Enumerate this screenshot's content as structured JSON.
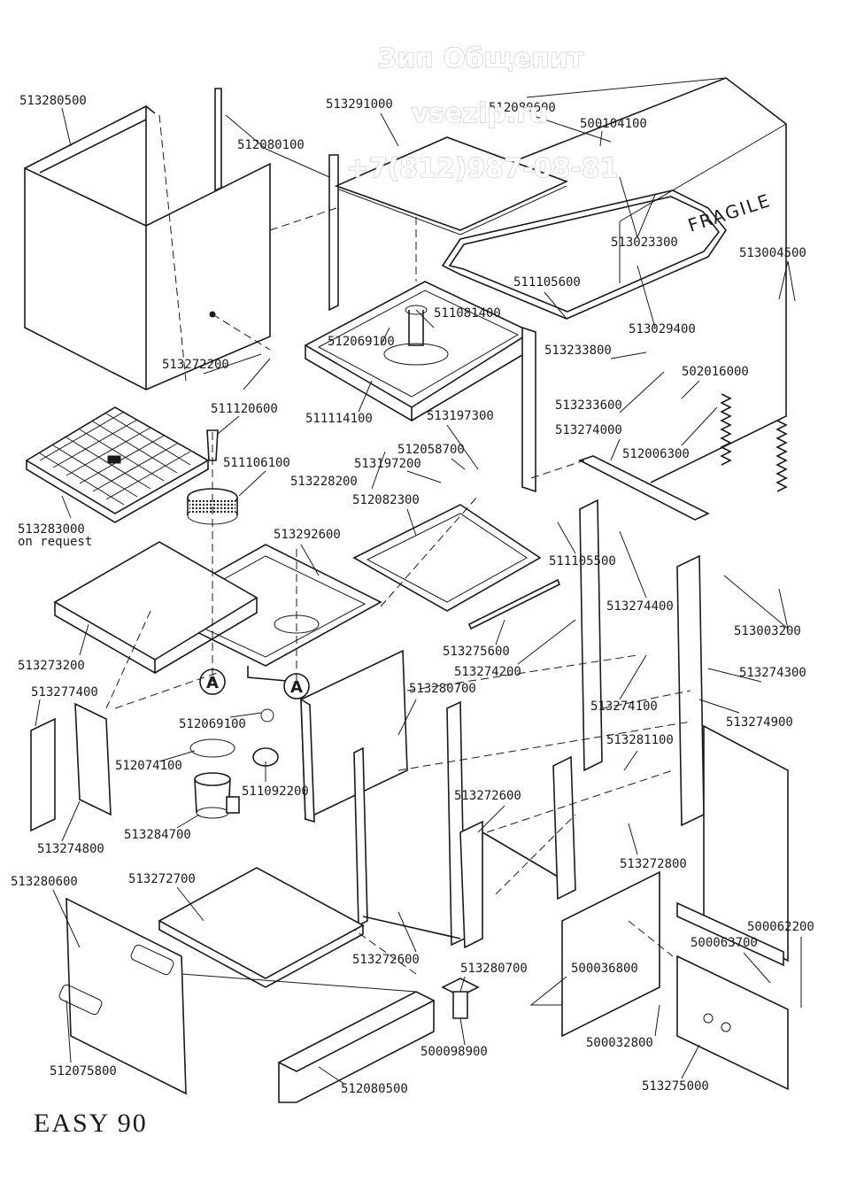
{
  "title": "EASY 90",
  "watermark": {
    "line1": "Зип Общепит",
    "line2": "vsezip.ru",
    "line3": "+7(812)987-08-81"
  },
  "box_label": "FRAGILE",
  "callout_letters": [
    "A",
    "A"
  ],
  "parts": [
    {
      "code": "513280500"
    },
    {
      "code": "512080100"
    },
    {
      "code": "513291000"
    },
    {
      "code": "512080600"
    },
    {
      "code": "500104100"
    },
    {
      "code": "513023300"
    },
    {
      "code": "513004500"
    },
    {
      "code": "511105600"
    },
    {
      "code": "513029400"
    },
    {
      "code": "511081400"
    },
    {
      "code": "512069100"
    },
    {
      "code": "513233800"
    },
    {
      "code": "502016000"
    },
    {
      "code": "513272200"
    },
    {
      "code": "511114100"
    },
    {
      "code": "513233600"
    },
    {
      "code": "513197300"
    },
    {
      "code": "513274000"
    },
    {
      "code": "512058700"
    },
    {
      "code": "512006300"
    },
    {
      "code": "511120600"
    },
    {
      "code": "511106100"
    },
    {
      "code": "513197200"
    },
    {
      "code": "513228200"
    },
    {
      "code": "512082300"
    },
    {
      "code": "513283000",
      "note": "on request"
    },
    {
      "code": "513292600"
    },
    {
      "code": "511105500"
    },
    {
      "code": "513274400"
    },
    {
      "code": "513003200"
    },
    {
      "code": "513275600"
    },
    {
      "code": "513274200"
    },
    {
      "code": "513273200"
    },
    {
      "code": "513274300"
    },
    {
      "code": "513277400"
    },
    {
      "code": "513280700"
    },
    {
      "code": "513274100"
    },
    {
      "code": "512069100"
    },
    {
      "code": "513274900"
    },
    {
      "code": "512074100"
    },
    {
      "code": "513281100"
    },
    {
      "code": "511092200"
    },
    {
      "code": "513272600"
    },
    {
      "code": "513284700"
    },
    {
      "code": "513274800"
    },
    {
      "code": "513272800"
    },
    {
      "code": "513280600"
    },
    {
      "code": "513272700"
    },
    {
      "code": "500062200"
    },
    {
      "code": "500063700"
    },
    {
      "code": "513272600"
    },
    {
      "code": "513280700"
    },
    {
      "code": "500036800"
    },
    {
      "code": "500098900"
    },
    {
      "code": "500032800"
    },
    {
      "code": "512075800"
    },
    {
      "code": "512080500"
    },
    {
      "code": "513275000"
    }
  ]
}
